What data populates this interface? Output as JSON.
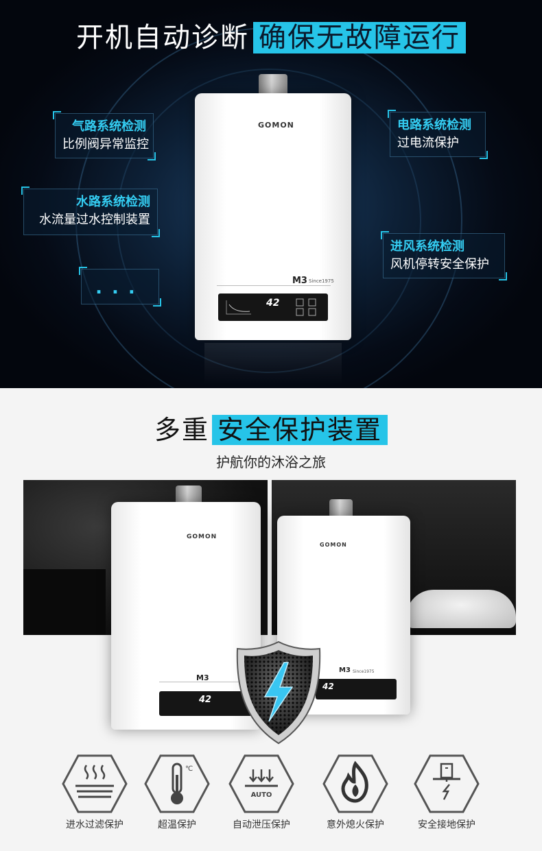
{
  "section1": {
    "title_part1": "开机自动诊断",
    "title_part2": "确保无故障运行",
    "product": {
      "brand": "GOMON",
      "model": "M3",
      "since": "Since1975",
      "temp": "42"
    },
    "badges": [
      {
        "title": "气路系统检测",
        "desc": "比例阀异常监控"
      },
      {
        "title": "电路系统检测",
        "desc": "过电流保护"
      },
      {
        "title": "水路系统检测",
        "desc": "水流量过水控制装置"
      },
      {
        "title": "进风系统检测",
        "desc": "风机停转安全保护"
      }
    ],
    "more_dots": "...",
    "accent_color": "#26c4e8"
  },
  "section2": {
    "title_part1": "多重",
    "title_part2": "安全保护装置",
    "subtitle": "护航你的沐浴之旅",
    "product": {
      "brand": "GOMON",
      "model": "M3",
      "since": "Since1975",
      "temp": "42"
    },
    "features": [
      {
        "icon": "water-filter-icon",
        "label": "进水过滤保护"
      },
      {
        "icon": "thermometer-icon",
        "label": "超温保护",
        "icon_text": "℃"
      },
      {
        "icon": "pressure-relief-icon",
        "label": "自动泄压保护",
        "icon_text": "AUTO"
      },
      {
        "icon": "flame-icon",
        "label": "意外熄火保护"
      },
      {
        "icon": "ground-plug-icon",
        "label": "安全接地保护"
      }
    ]
  }
}
